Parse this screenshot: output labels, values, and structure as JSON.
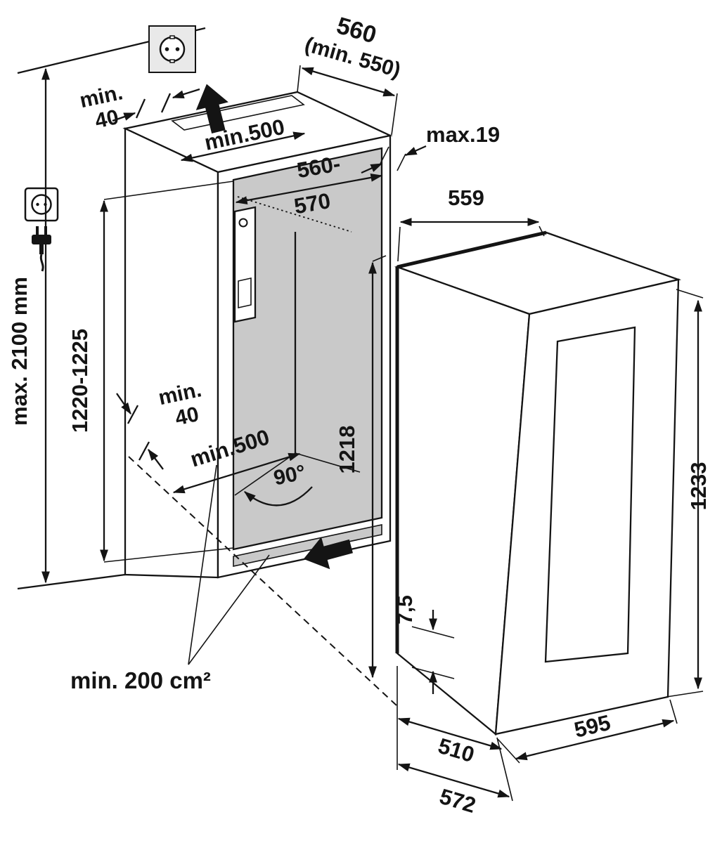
{
  "labels": {
    "ceiling_max_height": "max. 2100 mm",
    "niche_depth": "560",
    "niche_depth_min": "(min. 550)",
    "top_clearance_line1": "min.",
    "top_clearance_line2": "40",
    "top_vent_depth": "min.500",
    "front_overlay_max": "max.19",
    "inner_width_line1": "560-",
    "inner_width_line2": "570",
    "appliance_top_width": "559",
    "niche_height": "1220-1225",
    "bottom_clearance_line1": "min.",
    "bottom_clearance_line2": "40",
    "bottom_vent_depth": "min.500",
    "door_opening_angle": "90°",
    "appliance_niche_height": "1218",
    "appliance_height": "1233",
    "bottom_gap": "7,5",
    "vent_cross_section": "min. 200 cm²",
    "depth_without_door": "510",
    "total_depth": "572",
    "appliance_width": "595"
  },
  "colors": {
    "line": "#141414",
    "niche_interior": "#c9c9c9",
    "outlet_panel": "#e9e9e9"
  }
}
